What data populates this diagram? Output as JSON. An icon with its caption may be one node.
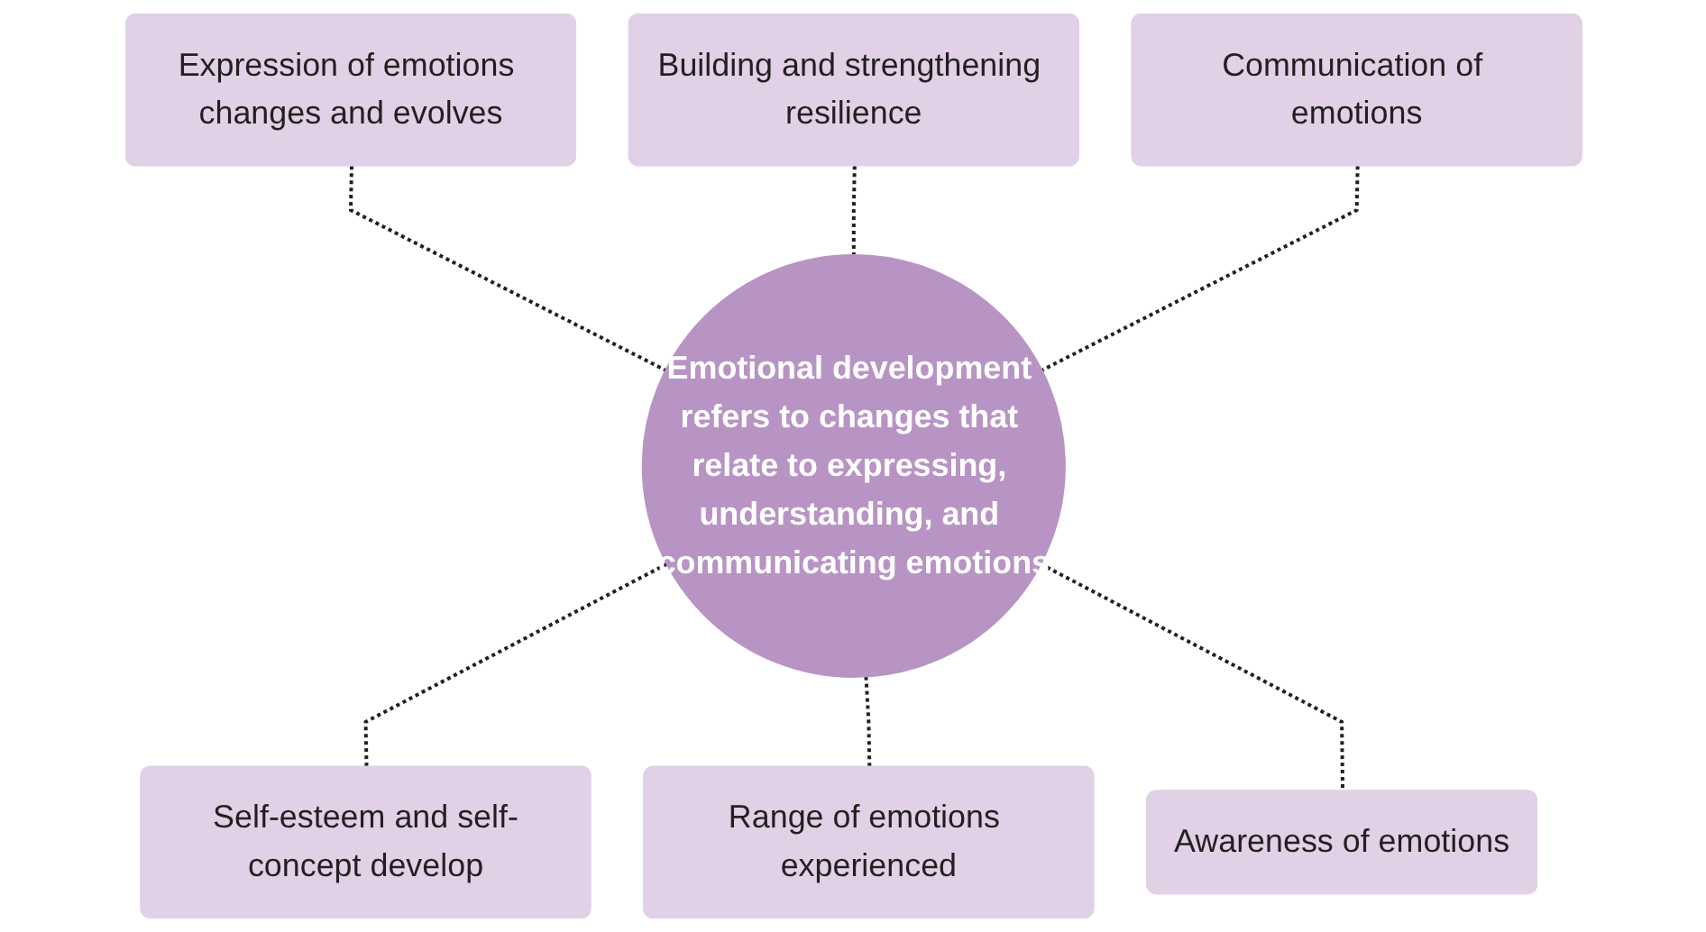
{
  "diagram": {
    "nodes": [
      {
        "text": [
          "Expression of emotions changes and evolves"
        ]
      },
      {
        "text": [
          "Building and strengthening resilience"
        ]
      },
      {
        "text": [
          "Communication of emotions"
        ]
      },
      {
        "text": [
          "Emotional development refers to changes that relate to expressing, understanding, and communicating emotions"
        ]
      },
      {
        "text": [
          "Self-esteem and self-concept develop"
        ]
      },
      {
        "text": [
          "Range of emotions experienced"
        ]
      },
      {
        "text": [
          "Awareness of emotions"
        ]
      }
    ],
    "edges": [
      {
        "from": 0,
        "to": 3,
        "arrow": "none",
        "style": "dashed"
      },
      {
        "from": 1,
        "to": 3,
        "arrow": "none",
        "style": "dashed"
      },
      {
        "from": 2,
        "to": 3,
        "arrow": "none",
        "style": "dashed"
      },
      {
        "from": 3,
        "to": 4,
        "arrow": "none",
        "style": "dashed"
      },
      {
        "from": 3,
        "to": 5,
        "arrow": "none",
        "style": "dashed"
      },
      {
        "from": 3,
        "to": 6,
        "arrow": "none",
        "style": "dashed"
      }
    ]
  }
}
